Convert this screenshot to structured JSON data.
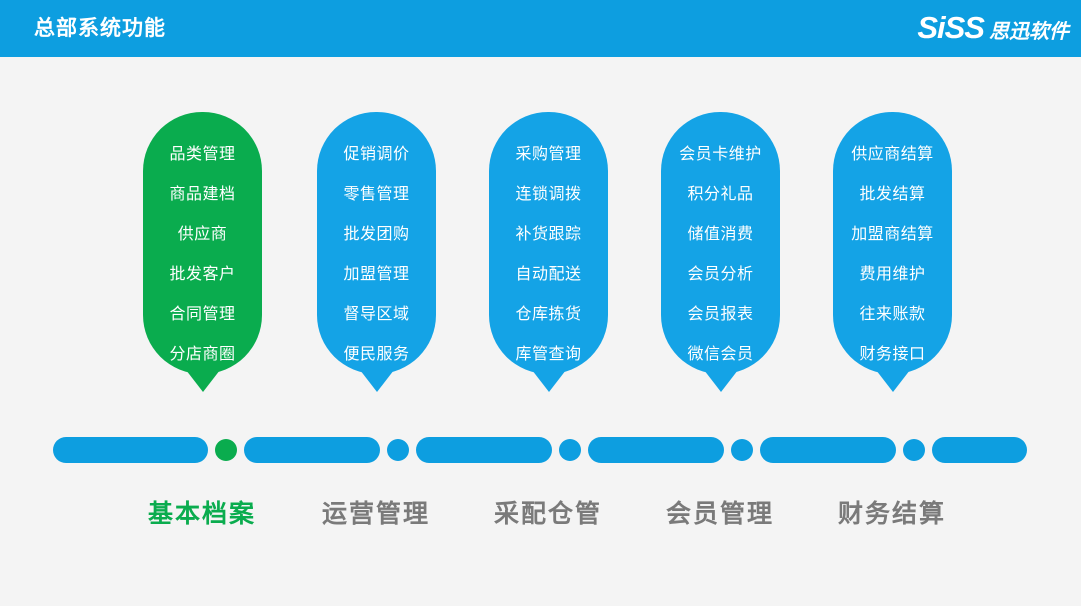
{
  "header": {
    "title": "总部系统功能",
    "logo_mark": "SiSS",
    "logo_word": "思迅软件",
    "background_color": "#0d9ee0"
  },
  "colors": {
    "accent_blue": "#14a3e6",
    "bar_blue": "#0d9ee0",
    "active_green": "#0aac4e",
    "canvas": "#f4f4f4",
    "label_gray": "#7a7a7a"
  },
  "stages": [
    {
      "label": "基本档案",
      "active": true,
      "color": "#0aac4e",
      "items": [
        "品类管理",
        "商品建档",
        "供应商",
        "批发客户",
        "合同管理",
        "分店商圈"
      ]
    },
    {
      "label": "运营管理",
      "active": false,
      "color": "#14a3e6",
      "items": [
        "促销调价",
        "零售管理",
        "批发团购",
        "加盟管理",
        "督导区域",
        "便民服务"
      ]
    },
    {
      "label": "采配仓管",
      "active": false,
      "color": "#14a3e6",
      "items": [
        "采购管理",
        "连锁调拨",
        "补货跟踪",
        "自动配送",
        "仓库拣货",
        "库管查询"
      ]
    },
    {
      "label": "会员管理",
      "active": false,
      "color": "#14a3e6",
      "items": [
        "会员卡维护",
        "积分礼品",
        "储值消费",
        "会员分析",
        "会员报表",
        "微信会员"
      ]
    },
    {
      "label": "财务结算",
      "active": false,
      "color": "#14a3e6",
      "items": [
        "供应商结算",
        "批发结算",
        "加盟商结算",
        "费用维护",
        "往来账款",
        "财务接口"
      ]
    }
  ]
}
